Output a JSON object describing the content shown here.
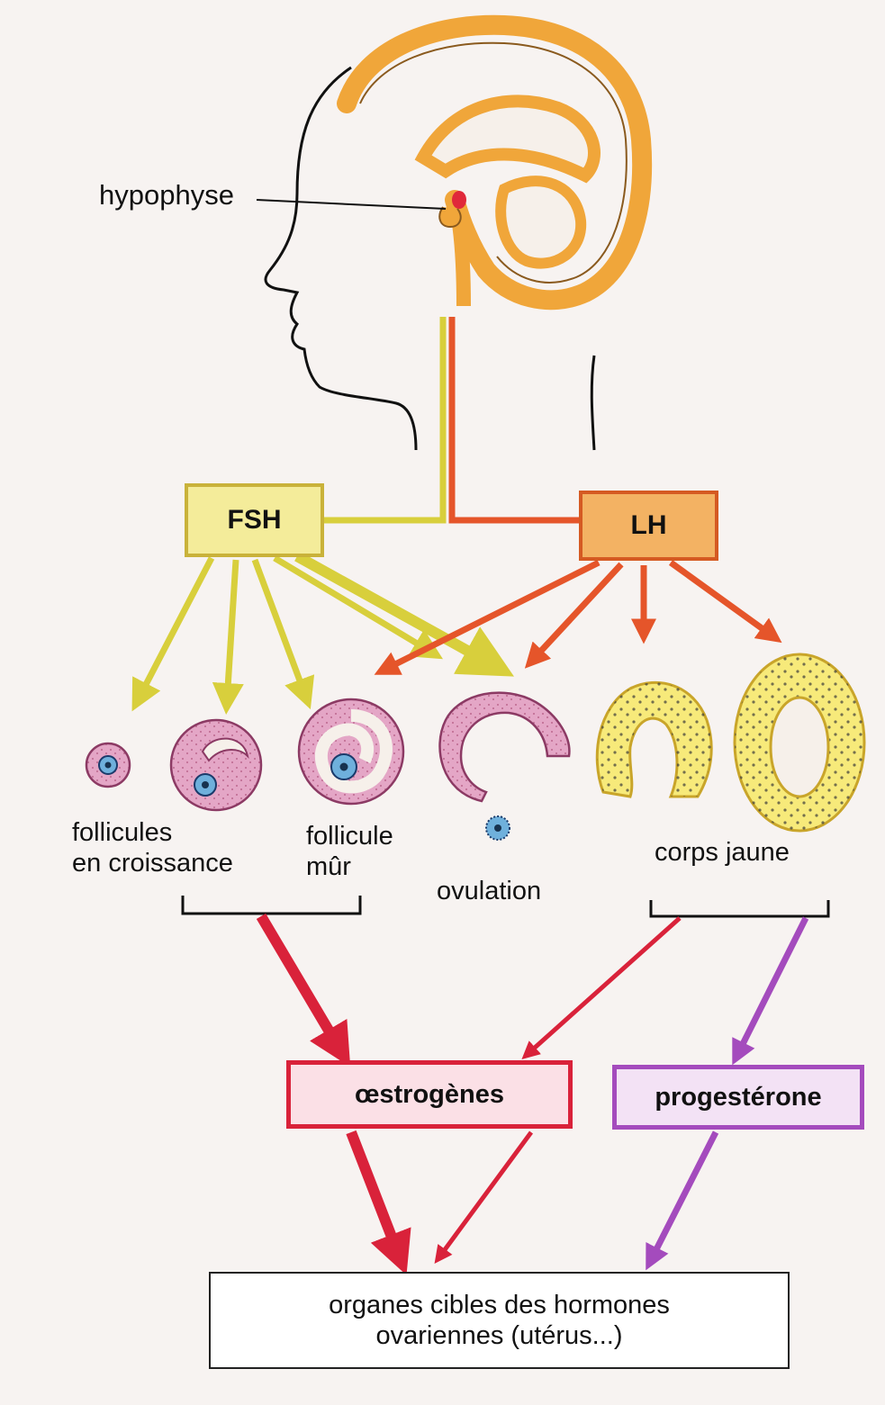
{
  "labels": {
    "hypophyse": "hypophyse",
    "follicules_line1": "follicules",
    "follicules_line2": "en croissance",
    "follicule_mur_line1": "follicule",
    "follicule_mur_line2": "mûr",
    "ovulation": "ovulation",
    "corps_jaune": "corps jaune"
  },
  "hormones": {
    "fsh": "FSH",
    "lh": "LH",
    "oestrogenes": "œstrogènes",
    "progesterone": "progestérone"
  },
  "target": {
    "line1": "organes cibles des hormones",
    "line2": "ovariennes (utérus...)"
  },
  "colors": {
    "brain": "#f0a63a",
    "fsh_arrow": "#d8cf3c",
    "lh_arrow": "#e5552a",
    "oestrogen_arrow": "#d9223a",
    "progesterone_arrow": "#a44bbd",
    "follicle": "#e4a6c6",
    "corpus_luteum": "#f7ea7a"
  }
}
